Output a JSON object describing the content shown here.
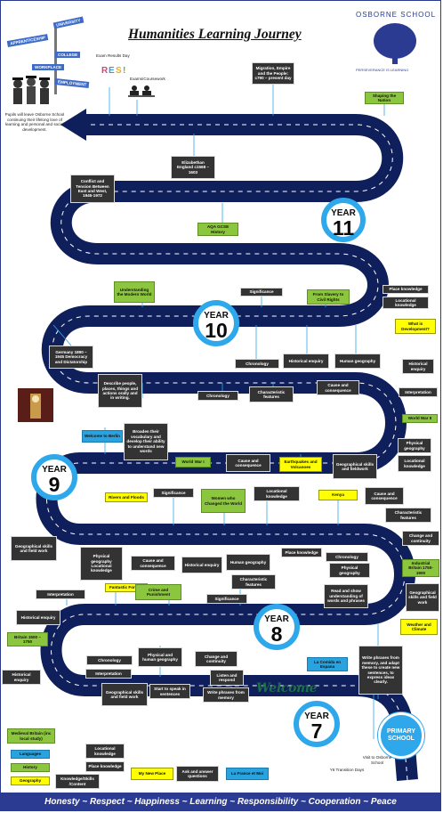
{
  "title": "Humanities Learning Journey",
  "school": {
    "name": "OSBORNE SCHOOL",
    "motto": "PERSEVERANCE IS LEARNING"
  },
  "signpost": {
    "university": "UNIVERSITY",
    "apprenticeship": "APPRENTICESHIP",
    "college": "COLLEGE",
    "workplace": "WORKPLACE",
    "employment": "EMPLOYMENT"
  },
  "exams_results_day": "Exam Results Day",
  "exams_coursework": "Exams/Coursework",
  "leave_text": "Pupils will leave Osborne School continuing their lifelong love of learning and personal and social development.",
  "years": [
    {
      "label": "YEAR",
      "num": "11"
    },
    {
      "label": "YEAR",
      "num": "10"
    },
    {
      "label": "YEAR",
      "num": "9"
    },
    {
      "label": "YEAR",
      "num": "8"
    },
    {
      "label": "YEAR",
      "num": "7"
    }
  ],
  "primary": "PRIMARY SCHOOL",
  "welcome": "Welcome",
  "boxes": {
    "migration": "Migration, Empire and the People: c790 – present day",
    "shaping_nation": "Shaping the Nation",
    "elizabethan": "Elizabethan England c1568 – 1603",
    "conflict": "Conflict and Tension Between East and West, 1945-1972",
    "aqa": "AQA GCSE History",
    "understanding_modern": "Understanding the Modern World",
    "significance_10": "Significance",
    "slavery": "From Slavery to Civil Rights",
    "place_knowledge_10": "Place knowledge",
    "locational_10": "Locational knowledge",
    "what_is_dev": "What is Development?",
    "germany": "Germany 1890 – 1945 Democracy and Dictatorship",
    "chronology_10": "Chronology",
    "hist_enquiry_10": "Historical enquiry",
    "human_geo_10": "Human geography",
    "hist_enquiry_10b": "Historical enquiry",
    "cause_conseq_10": "Cause and consequence",
    "interpretation_10": "Interpretation",
    "ww2": "World War II",
    "describe": "Describe people, places, things and actions orally and in writing.",
    "chronology_9": "Chronology",
    "characteristic_9": "Characteristic features",
    "phys_geo_9": "Physical geography",
    "locational_9": "Locational knowledge",
    "welcome_berlin": "Welcome to Berlin",
    "broaden": "Broaden their vocabulary and develop their ability to understand new words",
    "ww1": "World War I",
    "cause_conseq_9": "Cause and consequence",
    "earthquakes": "Earthquakes and Volcanoes",
    "geo_skills_9": "Geographical skills and fieldwork",
    "rivers": "Rivers and Floods",
    "significance_9": "Significance",
    "women": "Women who Changed the World",
    "locational_9b": "Locational knowledge",
    "kenya": "Kenya",
    "cause_conseq_9b": "Cause and consequence",
    "characteristic_9b": "Characteristic features",
    "change_continuity_9": "Change and continuity",
    "geo_skills_9b": "Geographical skills and field work",
    "phys_loc_9": "Physical geography  Locational knowledge",
    "cause_conseq_9c": "Cause and consequence",
    "hist_enquiry_9": "Historical enquiry",
    "human_geo_9": "Human geography",
    "place_knowledge_9": "Place knowledge",
    "chronology_9b": "Chronology",
    "phys_geo_9b": "Physical geography",
    "industrial": "Industrial Britain 1750-1900",
    "interpretation_8": "Interpretation",
    "fantastic_forests": "Fantastic Forests",
    "crime": "Crime and Punishment",
    "significance_8": "Significance",
    "characteristic_8": "Characteristic features",
    "read_show": "Read and show understanding of words and phrases",
    "geo_skills_8": "Geographical skills and field work",
    "hist_enquiry_8": "Historical enquiry",
    "weather": "Weather and Climate",
    "britain_1500": "Britain 1500 – 1750",
    "hist_enquiry_8b": "Historical enquiry",
    "chronology_8": "Chronology",
    "phys_human_8": "Physical and human geography",
    "change_cont_8": "Change and continuity",
    "la_comida": "La Comida en Espana",
    "write_phrases_adapt": "Write phrases from memory, and adapt these to create new sentences, to express ideas clearly.",
    "interpretation_7": "Interpretation",
    "geo_skills_7": "Geographical skills and field work",
    "start_speak": "Start to speak in sentences",
    "listen_respond": "Listen and respond",
    "write_phrases": "Write phrases from memory",
    "medieval": "Medieval Britain (inc local study)",
    "locational_7": "Locational knowledge",
    "place_knowledge_7": "Place knowledge",
    "my_new_place": "My New Place",
    "ask_answer": "Ask and answer questions",
    "la_france": "La France et Moi",
    "visit": "Visit to Osborne School",
    "y6_transition": "Y6 Transition Days"
  },
  "legend": {
    "languages": "Languages",
    "history": "History",
    "geography": "Geography",
    "knowledge": "Knowledge/Skills /Content"
  },
  "footer": "Honesty ~ Respect ~ Happiness ~ Learning ~ Responsibility ~ Cooperation ~ Peace",
  "colors": {
    "road": "#0e1f5b",
    "year_ring": "#2ea8ea",
    "languages": "#29a3e0",
    "history": "#8cc63f",
    "geography": "#ffff00",
    "knowledge": "#333333",
    "footer": "#2b3b91"
  }
}
